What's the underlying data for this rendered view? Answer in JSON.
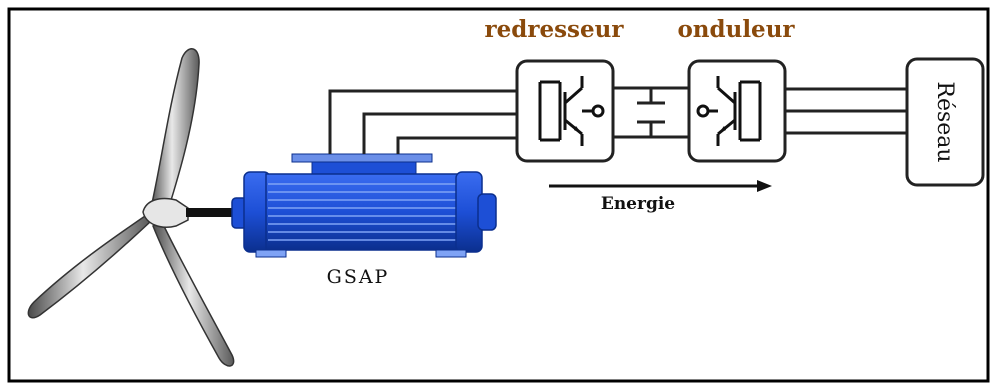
{
  "labels": {
    "rectifier": "redresseur",
    "inverter": "onduleur",
    "grid": "Réseau",
    "energy": "Energie",
    "generator": "GSAP"
  },
  "colors": {
    "label_orange": "#8a4a0c",
    "generator_blue": "#1d4fd6",
    "generator_dark": "#0b2f8e",
    "line": "#222222"
  }
}
